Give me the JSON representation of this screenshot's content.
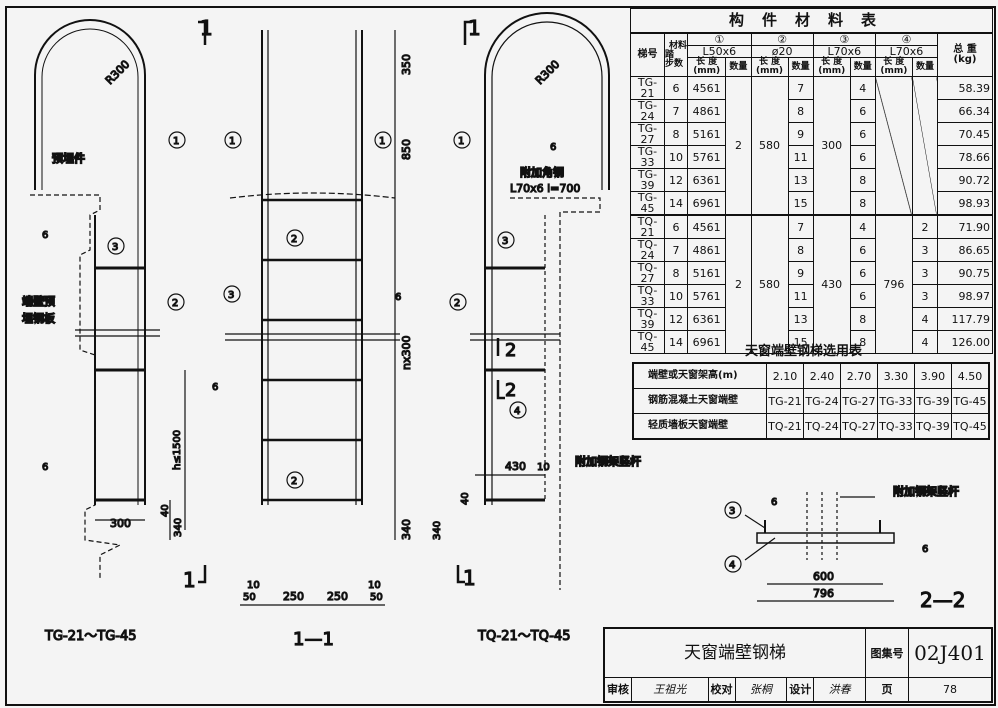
{
  "drawing": {
    "views": {
      "left_caption": "TG-21～TG-45",
      "mid_caption": "1—1",
      "right_caption": "TQ-21～TQ-45",
      "detail_caption": "2—2",
      "sec1": "1",
      "sec2": "2"
    },
    "labels": {
      "radius": "R300",
      "embedded": "预埋件",
      "wall_plate": "端壁预\n埋钢板",
      "wall_plate_1": "端壁预",
      "wall_plate_2": "埋钢板",
      "extra_angle": "附加角钢",
      "extra_angle_spec": "L70x6  l=700",
      "extra_post": "附加钢架竖杆",
      "weld": "6",
      "h": "h≤1500",
      "part1": "1",
      "part2": "2",
      "part3": "3",
      "part4": "4"
    },
    "dims": {
      "d350": "350",
      "d850": "850",
      "nx300": "nx300",
      "d340": "340",
      "d40": "40",
      "d300": "300",
      "d430": "430",
      "d10": "10",
      "d50": "50",
      "d250": "250",
      "d600": "600",
      "d796": "796"
    }
  },
  "material_table": {
    "title": "构件材料表",
    "h_ladder": "梯号",
    "h_material": "材料",
    "h_step": "踏",
    "h_steps": "步数",
    "parts": [
      {
        "no": "①",
        "spec": "L50x6"
      },
      {
        "no": "②",
        "spec": "ø20"
      },
      {
        "no": "③",
        "spec": "L70x6"
      },
      {
        "no": "④",
        "spec": "L70x6"
      }
    ],
    "h_len": "长 度\n(mm)",
    "h_len1": "长 度",
    "h_len2": "(mm)",
    "h_qty": "数量",
    "h_weight": "总 重",
    "h_weight_unit": "(kg)",
    "groups": [
      {
        "p1_qty": "2",
        "p2_len": "580",
        "p3_len": "300",
        "p4_len": "",
        "rows": [
          {
            "id": "TG-21",
            "steps": "6",
            "p1_len": "4561",
            "p2_qty": "7",
            "p3_qty": "4",
            "p4_qty": "",
            "weight": "58.39"
          },
          {
            "id": "TG-24",
            "steps": "7",
            "p1_len": "4861",
            "p2_qty": "8",
            "p3_qty": "6",
            "p4_qty": "",
            "weight": "66.34"
          },
          {
            "id": "TG-27",
            "steps": "8",
            "p1_len": "5161",
            "p2_qty": "9",
            "p3_qty": "6",
            "p4_qty": "",
            "weight": "70.45"
          },
          {
            "id": "TG-33",
            "steps": "10",
            "p1_len": "5761",
            "p2_qty": "11",
            "p3_qty": "6",
            "p4_qty": "",
            "weight": "78.66"
          },
          {
            "id": "TG-39",
            "steps": "12",
            "p1_len": "6361",
            "p2_qty": "13",
            "p3_qty": "8",
            "p4_qty": "",
            "weight": "90.72"
          },
          {
            "id": "TG-45",
            "steps": "14",
            "p1_len": "6961",
            "p2_qty": "15",
            "p3_qty": "8",
            "p4_qty": "",
            "weight": "98.93"
          }
        ]
      },
      {
        "p1_qty": "2",
        "p2_len": "580",
        "p3_len": "430",
        "p4_len": "796",
        "rows": [
          {
            "id": "TQ-21",
            "steps": "6",
            "p1_len": "4561",
            "p2_qty": "7",
            "p3_qty": "4",
            "p4_qty": "2",
            "weight": "71.90"
          },
          {
            "id": "TQ-24",
            "steps": "7",
            "p1_len": "4861",
            "p2_qty": "8",
            "p3_qty": "6",
            "p4_qty": "3",
            "weight": "86.65"
          },
          {
            "id": "TQ-27",
            "steps": "8",
            "p1_len": "5161",
            "p2_qty": "9",
            "p3_qty": "6",
            "p4_qty": "3",
            "weight": "90.75"
          },
          {
            "id": "TQ-33",
            "steps": "10",
            "p1_len": "5761",
            "p2_qty": "11",
            "p3_qty": "6",
            "p4_qty": "3",
            "weight": "98.97"
          },
          {
            "id": "TQ-39",
            "steps": "12",
            "p1_len": "6361",
            "p2_qty": "13",
            "p3_qty": "8",
            "p4_qty": "4",
            "weight": "117.79"
          },
          {
            "id": "TQ-45",
            "steps": "14",
            "p1_len": "6961",
            "p2_qty": "15",
            "p3_qty": "8",
            "p4_qty": "4",
            "weight": "126.00"
          }
        ]
      }
    ]
  },
  "selection_table": {
    "title": "天窗端壁钢梯选用表",
    "rows": [
      {
        "label": "端壁或天窗架高(m)",
        "values": [
          "2.10",
          "2.40",
          "2.70",
          "3.30",
          "3.90",
          "4.50"
        ]
      },
      {
        "label": "钢筋混凝土天窗端壁",
        "values": [
          "TG-21",
          "TG-24",
          "TG-27",
          "TG-33",
          "TG-39",
          "TG-45"
        ]
      },
      {
        "label": "轻质墙板天窗端壁",
        "values": [
          "TQ-21",
          "TQ-24",
          "TQ-27",
          "TQ-33",
          "TQ-39",
          "TQ-45"
        ]
      }
    ]
  },
  "title_block": {
    "title": "天窗端壁钢梯",
    "atlas_label": "图集号",
    "atlas_no": "02J401",
    "review_label": "审核",
    "review_sig": "王祖光",
    "check_label": "校对",
    "check_sig": "张桐",
    "design_label": "设计",
    "design_sig": "洪春",
    "page_label": "页",
    "page_no": "78"
  }
}
